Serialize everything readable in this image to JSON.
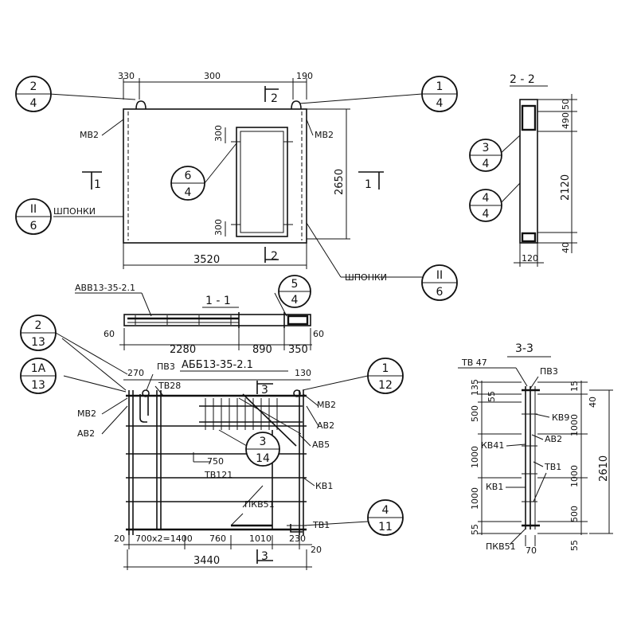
{
  "callouts": {
    "c24": {
      "top": "2",
      "bottom": "4"
    },
    "c14": {
      "top": "1",
      "bottom": "4"
    },
    "c64": {
      "top": "6",
      "bottom": "4"
    },
    "cII6a": {
      "top": "II",
      "bottom": "6"
    },
    "cII6b": {
      "top": "II",
      "bottom": "6"
    },
    "c34": {
      "top": "3",
      "bottom": "4"
    },
    "c44": {
      "top": "4",
      "bottom": "4"
    },
    "c54": {
      "top": "5",
      "bottom": "4"
    },
    "c213": {
      "top": "2",
      "bottom": "13"
    },
    "c1A13": {
      "top": "1А",
      "bottom": "13"
    },
    "c112": {
      "top": "1",
      "bottom": "12"
    },
    "c314": {
      "top": "3",
      "bottom": "14"
    },
    "c411": {
      "top": "4",
      "bottom": "11"
    }
  },
  "elevation": {
    "dim_330": "330",
    "dim_300_top": "300",
    "dim_190": "190",
    "dim_300_a": "300",
    "dim_300_b": "300",
    "dim_2650": "2650",
    "dim_3520": "3520",
    "mark_left": "МВ2",
    "mark_right": "МВ2",
    "shponki_left": "ШПОНКИ",
    "shponki_right": "ШПОНКИ",
    "cut_top": "2",
    "cut_bottom": "2",
    "cut_left": "1",
    "cut_right": "1"
  },
  "section22": {
    "title": "2 - 2",
    "dim_50": "50",
    "dim_490": "490",
    "dim_2120": "2120",
    "dim_40": "40",
    "dim_120": "120"
  },
  "section11": {
    "title": "1 - 1",
    "frame_label": "АВВ13-35-2.1",
    "dim_60_left": "60",
    "dim_60_right": "60",
    "dim_2280": "2280",
    "dim_890": "890",
    "dim_350": "350"
  },
  "reinforcement": {
    "frame_label": "АББ13-35-2.1",
    "dim_270": "270",
    "dim_130": "130",
    "dim_750": "750",
    "pv3": "ПВ3",
    "tv28": "ТВ28",
    "mv2_left": "МВ2",
    "av2_left": "АВ2",
    "mv2_right": "МВ2",
    "av2_right": "АВ2",
    "av5": "АВ5",
    "tv121": "ТВ121",
    "kv1": "КВ1",
    "pkv51": "ПКВ51",
    "tv1": "ТВ1",
    "dim_20_left": "20",
    "dim_700x2": "700х2=1400",
    "dim_760": "760",
    "dim_1010": "1010",
    "dim_230": "230",
    "dim_20_right": "20",
    "dim_3440": "3440",
    "cut3_top": "3",
    "cut3_bottom": "3"
  },
  "section33": {
    "title": "3-3",
    "tv47": "ТВ 47",
    "pv3": "ПВ3",
    "dim_135": "135",
    "dim_55_top": "55",
    "dim_500_left": "500",
    "dim_1000_l1": "1000",
    "dim_1000_l2": "1000",
    "dim_55_bottom": "55",
    "dim_15": "15",
    "dim_40": "40",
    "dim_1000_r1": "1000",
    "dim_1000_r2": "1000",
    "dim_500_right": "500",
    "dim_55_right": "55",
    "dim_2610": "2610",
    "kv9": "КВ9",
    "av2": "АВ2",
    "kv41": "КВ41",
    "tv1": "ТВ1",
    "kv1": "КВ1",
    "pkv51": "ПКВ51",
    "dim_70": "70"
  }
}
